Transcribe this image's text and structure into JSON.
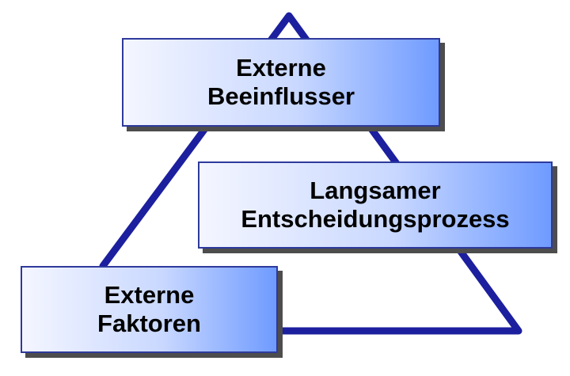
{
  "colors": {
    "triangle_stroke": "#1c1f9e",
    "box_border": "#2e3a9c",
    "box_gradient_light": "#f4f6ff",
    "box_gradient_dark": "#6f9bff",
    "shadow": "#4d4d4d"
  },
  "boxes": {
    "top": {
      "line1": "Externe",
      "line2": "Beeinflusser"
    },
    "middle": {
      "line1": "Langsamer",
      "line2": "Entscheidungsprozess"
    },
    "bottom": {
      "line1": "Externe",
      "line2": "Faktoren"
    }
  }
}
